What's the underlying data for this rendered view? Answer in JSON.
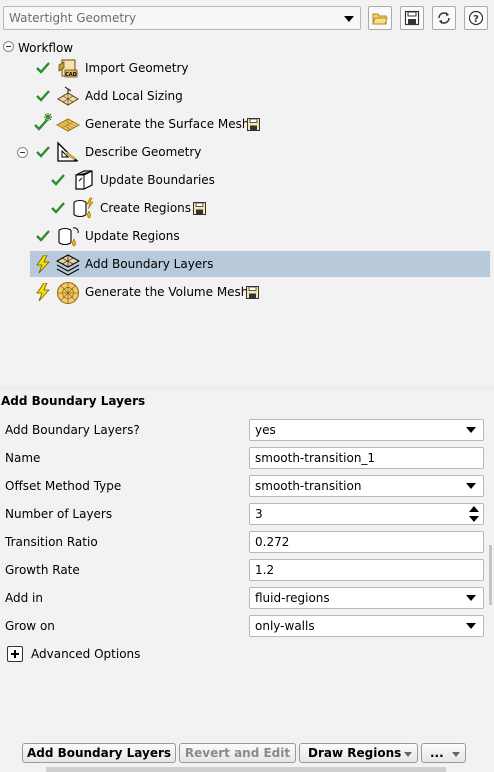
{
  "toolbar": {
    "workflow_type": "Watertight Geometry",
    "icons": [
      "folder-open-icon",
      "save-icon",
      "refresh-icon",
      "help-icon"
    ]
  },
  "tree": {
    "root_label": "Workflow",
    "items": [
      {
        "label": "Import Geometry",
        "status": "done",
        "icon": "cad-import-icon"
      },
      {
        "label": "Add Local Sizing",
        "status": "done",
        "icon": "local-sizing-icon"
      },
      {
        "label": "Generate the Surface Mesh",
        "status": "done-modified",
        "icon": "surface-mesh-icon",
        "saved": true
      },
      {
        "label": "Describe Geometry",
        "status": "done",
        "icon": "describe-geometry-icon",
        "expanded": true
      },
      {
        "label": "Update Boundaries",
        "status": "done",
        "icon": "boundaries-icon"
      },
      {
        "label": "Create Regions",
        "status": "done",
        "icon": "regions-icon",
        "saved": true
      },
      {
        "label": "Update Regions",
        "status": "done",
        "icon": "update-regions-icon"
      },
      {
        "label": "Add Boundary Layers",
        "status": "pending",
        "icon": "boundary-layers-icon",
        "selected": true
      },
      {
        "label": "Generate the Volume Mesh",
        "status": "pending",
        "icon": "volume-mesh-icon",
        "saved": true
      }
    ]
  },
  "props": {
    "title": "Add Boundary Layers",
    "fields": [
      {
        "label": "Add Boundary Layers?",
        "value": "yes",
        "kind": "dropdown"
      },
      {
        "label": "Name",
        "value": "smooth-transition_1",
        "kind": "text"
      },
      {
        "label": "Offset Method Type",
        "value": "smooth-transition",
        "kind": "dropdown"
      },
      {
        "label": "Number of Layers",
        "value": "3",
        "kind": "spinner"
      },
      {
        "label": "Transition Ratio",
        "value": "0.272",
        "kind": "text"
      },
      {
        "label": "Growth Rate",
        "value": "1.2",
        "kind": "text"
      },
      {
        "label": "Add in",
        "value": "fluid-regions",
        "kind": "dropdown"
      },
      {
        "label": "Grow on",
        "value": "only-walls",
        "kind": "dropdown"
      }
    ],
    "advanced_label": "Advanced Options"
  },
  "buttons": {
    "primary": "Add Boundary Layers",
    "revert": "Revert and Edit",
    "draw": "Draw Regions",
    "more": "..."
  },
  "colors": {
    "check": "#2e8b2e",
    "bolt": "#e6c800",
    "selected_row": "#b8c9dc"
  }
}
